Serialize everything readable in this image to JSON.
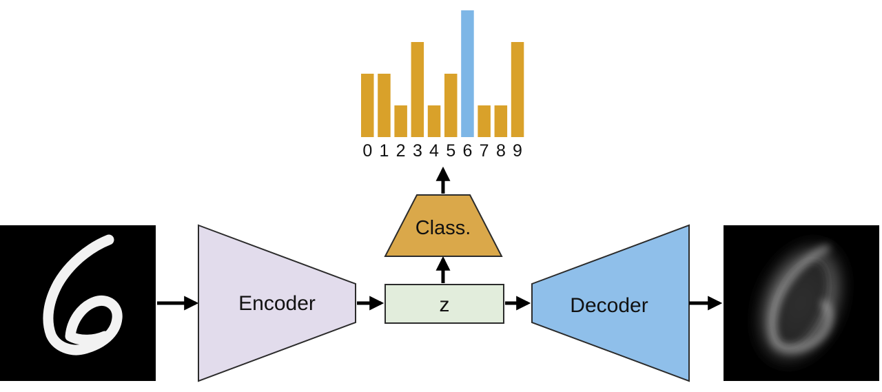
{
  "labels": {
    "encoder": "Encoder",
    "decoder": "Decoder",
    "latent": "z",
    "classifier": "Class."
  },
  "colors": {
    "encoder_fill": "#e2dcec",
    "decoder_fill": "#8fbfea",
    "latent_fill": "#e2eddc",
    "classifier_fill": "#daa84a",
    "bar_default": "#d9a12a",
    "bar_highlight": "#7db6e6",
    "outline": "#2b2b2b"
  },
  "icons": {
    "input_image": "handwritten-digit-six-icon",
    "output_image": "reconstructed-digit-icon"
  },
  "chart_data": {
    "type": "bar",
    "categories": [
      "0",
      "1",
      "2",
      "3",
      "4",
      "5",
      "6",
      "7",
      "8",
      "9"
    ],
    "values": [
      2,
      2,
      1,
      3,
      1,
      2,
      4,
      1,
      1,
      3
    ],
    "highlight_index": 6,
    "title": "",
    "xlabel": "",
    "ylabel": "",
    "ylim": [
      0,
      4
    ],
    "grid": false
  }
}
